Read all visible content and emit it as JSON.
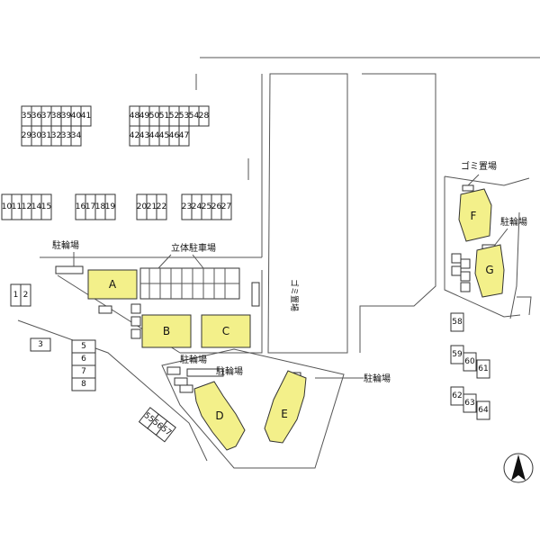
{
  "labels": {
    "bicycle_parking": "駐輪場",
    "multi_story_parking": "立体駐車場",
    "garbage_area": "ゴミ置場",
    "garbage_area_vertical": "ゴミ置場"
  },
  "buildings": [
    "A",
    "B",
    "C",
    "D",
    "E",
    "F",
    "G"
  ],
  "parking_spaces": [
    "35",
    "36",
    "37",
    "38",
    "39",
    "40",
    "41",
    "29",
    "30",
    "31",
    "32",
    "33",
    "34",
    "48",
    "49",
    "50",
    "51",
    "52",
    "53",
    "54",
    "28",
    "42",
    "43",
    "44",
    "45",
    "46",
    "47",
    "10",
    "11",
    "12",
    "14",
    "15",
    "16",
    "17",
    "18",
    "19",
    "20",
    "21",
    "22",
    "23",
    "24",
    "25",
    "26",
    "27",
    "1",
    "2",
    "3",
    "5",
    "6",
    "7",
    "8",
    "55",
    "56",
    "57",
    "58",
    "59",
    "60",
    "61",
    "62",
    "63",
    "64"
  ],
  "compass": {
    "icon": "north-arrow-icon"
  }
}
